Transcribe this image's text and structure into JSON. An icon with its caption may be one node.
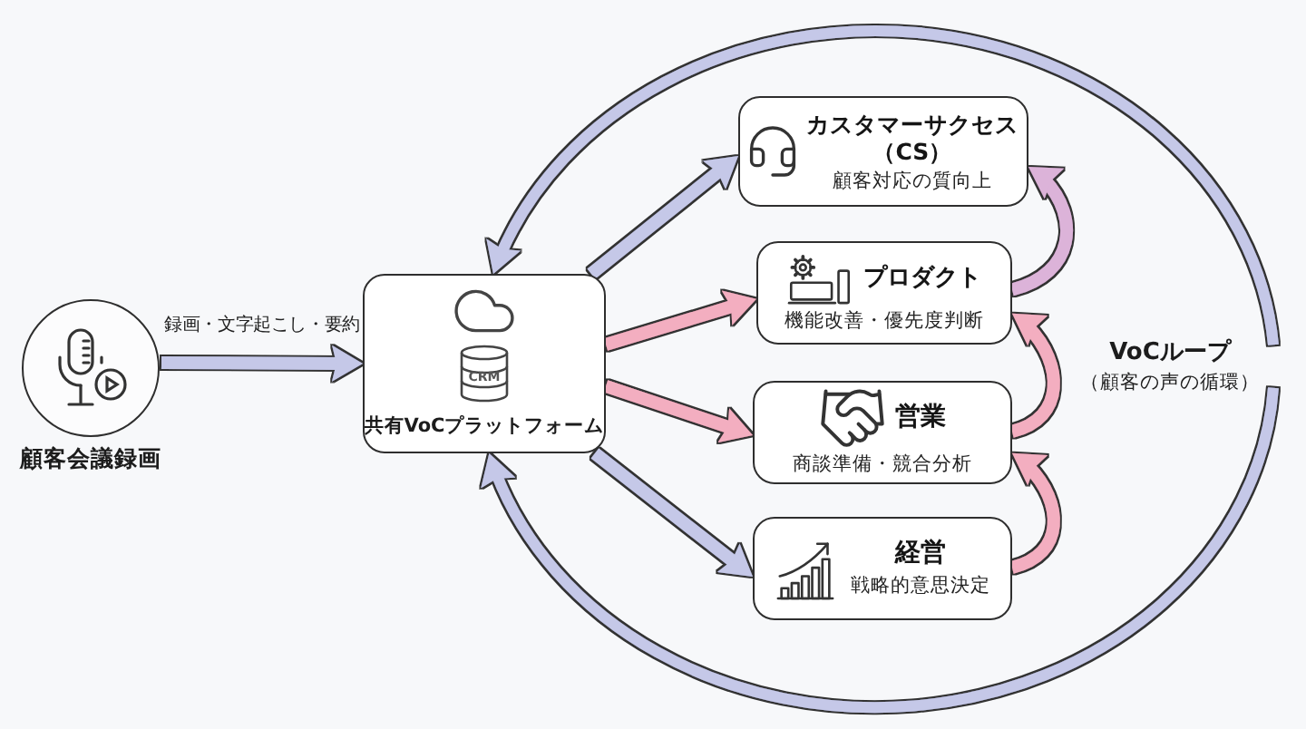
{
  "diagram": {
    "nodes": [
      {
        "text": [
          "顧客会議録画"
        ]
      },
      {
        "text": [
          "CRM",
          "共有VoCプラットフォーム"
        ]
      },
      {
        "text": [
          "カスタマーサクセス（CS）",
          "顧客対応の質向上"
        ]
      },
      {
        "text": [
          "プロダクト",
          "機能改善・優先度判断"
        ]
      },
      {
        "text": [
          "営業",
          "商談準備・競合分析"
        ]
      },
      {
        "text": [
          "経営",
          "戦略的意思決定"
        ]
      },
      {
        "text": [
          "VoCループ",
          "（顧客の声の循環）"
        ]
      }
    ],
    "edges": [
      {
        "from": 0,
        "to": 1,
        "arrow": "to",
        "label": "録画・文字起こし・要約"
      },
      {
        "from": 1,
        "to": 2,
        "arrow": "to"
      },
      {
        "from": 1,
        "to": 3,
        "arrow": "to",
        "color": "#f3aec0"
      },
      {
        "from": 1,
        "to": 4,
        "arrow": "to",
        "color": "#f3aec0"
      },
      {
        "from": 1,
        "to": 5,
        "arrow": "to"
      },
      {
        "from": 6,
        "to": 1,
        "arrow": "to"
      },
      {
        "from": 6,
        "to": 1,
        "arrow": "to"
      },
      {
        "from": 5,
        "to": 4,
        "arrow": "to",
        "color": "#f3aec0"
      },
      {
        "from": 4,
        "to": 3,
        "arrow": "to",
        "color": "#f3aec0"
      },
      {
        "from": 3,
        "to": 2,
        "arrow": "to",
        "color": "#dcb3d9"
      }
    ]
  }
}
